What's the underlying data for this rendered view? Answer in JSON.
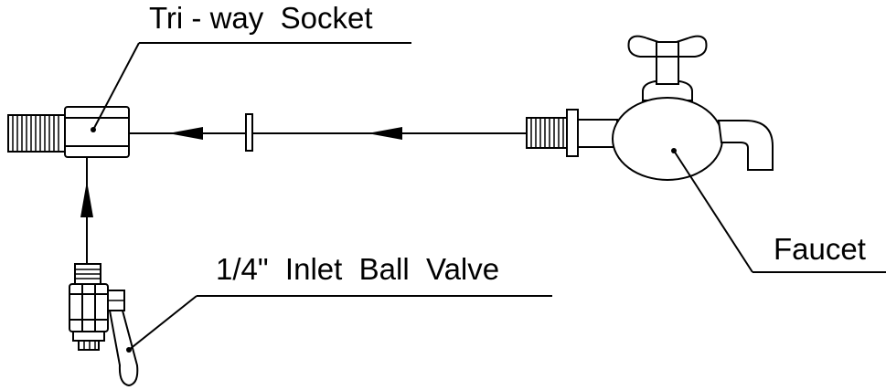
{
  "labels": {
    "tri_way_socket": "Tri - way  Socket",
    "faucet": "Faucet",
    "inlet_ball_valve": "1/4\"  Inlet  Ball  Valve"
  },
  "connections": [
    {
      "from": "faucet",
      "to": "tri-way-socket",
      "style": "arrowed line"
    },
    {
      "from": "inlet-ball-valve",
      "to": "tri-way-socket",
      "style": "arrowed line"
    }
  ]
}
